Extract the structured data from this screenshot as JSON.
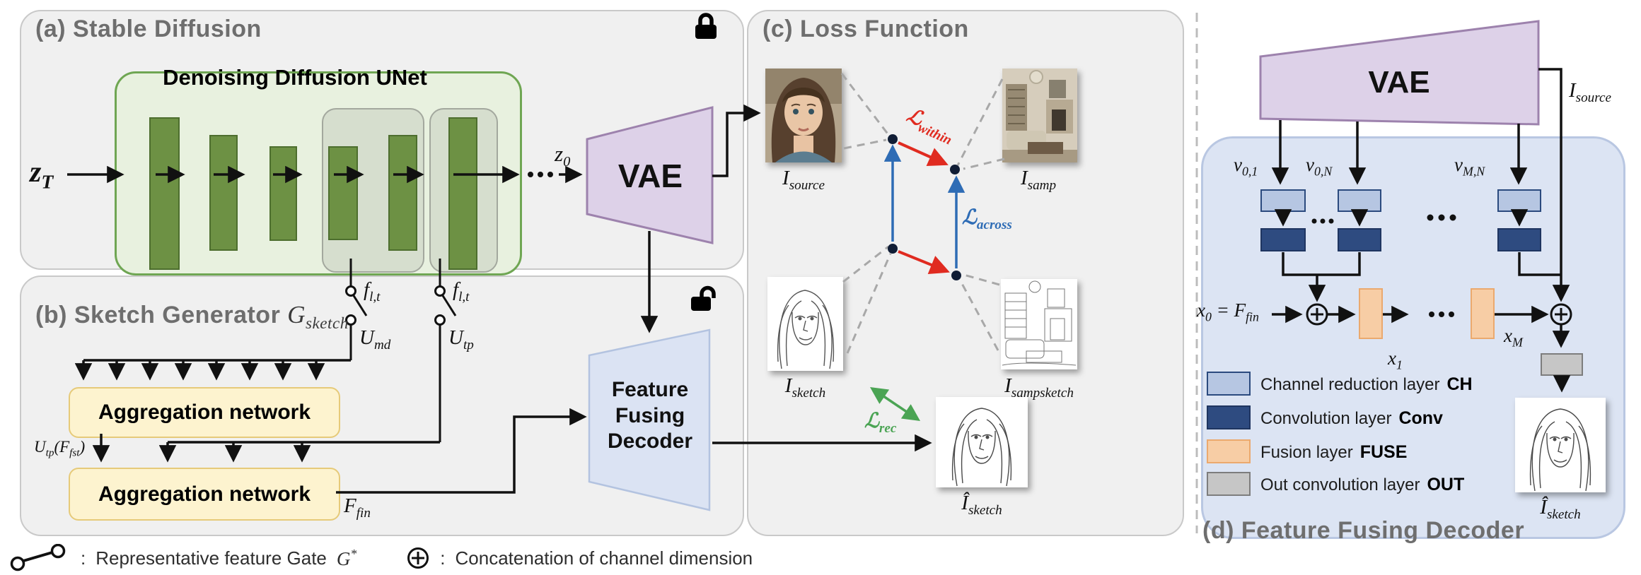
{
  "figure": {
    "panel_a": {
      "title": "(a) Stable Diffusion",
      "unet_title": "Denoising Diffusion UNet",
      "z_T": "z_{T}",
      "z_0": "z_{0}",
      "vae_label": "VAE"
    },
    "panel_b": {
      "title": "(b) Sketch Generator",
      "title_math": "G_{sketch}",
      "f_lt": "f_{l,t}",
      "u_md": "U_{md}",
      "u_tp": "U_{tp}",
      "agg_label": "Aggregation network",
      "u_tp_f_fst": "U_{tp}(F_{fst})",
      "f_fin": "F_{fin}",
      "decoder_lines": [
        "Feature",
        "Fusing",
        "Decoder"
      ]
    },
    "panel_c": {
      "title": "(c) Loss Function",
      "i_source": "I_{source}",
      "i_samp": "I_{samp}",
      "i_sketch": "I_{sketch}",
      "i_sampsketch": "I_{sampsketch}",
      "i_hat_sketch": "Î_{sketch}",
      "loss_within": "ℒ_{within}",
      "loss_across": "ℒ_{across}",
      "loss_rec": "ℒ_{rec}"
    },
    "panel_d": {
      "title": "(d) Feature Fusing Decoder",
      "vae_label": "VAE",
      "i_source": "I_{source}",
      "v_01": "v_{0,1}",
      "v_0N": "v_{0,N}",
      "v_MN": "v_{M,N}",
      "x_0": "x_{0} = F_{fin}",
      "x_1": "x_{1}",
      "x_M": "x_{M}",
      "i_hat_sketch": "Î_{sketch}",
      "legend": [
        {
          "label": "Channel reduction layer",
          "key": "CH"
        },
        {
          "label": "Convolution layer",
          "key": "Conv"
        },
        {
          "label": "Fusion layer",
          "key": "FUSE"
        },
        {
          "label": "Out convolution layer",
          "key": "OUT"
        }
      ]
    },
    "legend_bottom": {
      "separator": ":",
      "gate_label": "Representative feature Gate",
      "gate_math": "G^{*}",
      "concat_label": "Concatenation of channel dimension"
    },
    "colors": {
      "unet_green_fill": "#e8f1df",
      "unet_green_border": "#6fa653",
      "bar_green": "#6d9144",
      "vae_purple_fill": "#ddd1e8",
      "vae_purple_border": "#9d82ad",
      "decoder_blue_fill": "#dbe3f3",
      "decoder_blue_border": "#b3c3e0",
      "agg_yellow_fill": "#fdf3cf",
      "agg_yellow_border": "#e6ca79",
      "panel_d_fill": "#dce4f3",
      "ch_fill": "#b6c6e2",
      "conv_fill": "#2e4b80",
      "fuse_fill": "#f7cda5",
      "out_fill": "#c6c6c6",
      "loss_within_red": "#e02b20",
      "loss_across_blue": "#2e6cb5",
      "loss_rec_green": "#4ba454"
    }
  }
}
